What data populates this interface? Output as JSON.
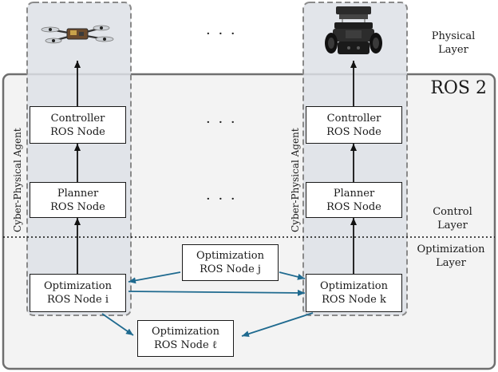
{
  "ros_title": "ROS 2",
  "layers": {
    "physical": [
      "Physical",
      "Layer"
    ],
    "control": [
      "Control",
      "Layer"
    ],
    "optimization": [
      "Optimization",
      "Layer"
    ]
  },
  "agent_label": "Cyber-Physical Agent",
  "ellipsis": "· · ·",
  "nodes": {
    "controller_left": [
      "Controller",
      "ROS Node"
    ],
    "planner_left": [
      "Planner",
      "ROS Node"
    ],
    "optimization_i": [
      "Optimization",
      "ROS Node i"
    ],
    "controller_right": [
      "Controller",
      "ROS Node"
    ],
    "planner_right": [
      "Planner",
      "ROS Node"
    ],
    "optimization_k": [
      "Optimization",
      "ROS Node k"
    ],
    "optimization_j": [
      "Optimization",
      "ROS Node j"
    ],
    "optimization_l": [
      "Optimization",
      "ROS Node ℓ"
    ]
  },
  "colors": {
    "ros_fill": "#f3f3f3",
    "agent_fill": "#dde1e6",
    "border_gray": "#8a8a8a",
    "arrow_blue": "#1f6a8f",
    "arrow_black": "#111111"
  },
  "icons": {
    "drone": "quadrotor-drone-icon",
    "robot": "ground-robot-icon"
  }
}
